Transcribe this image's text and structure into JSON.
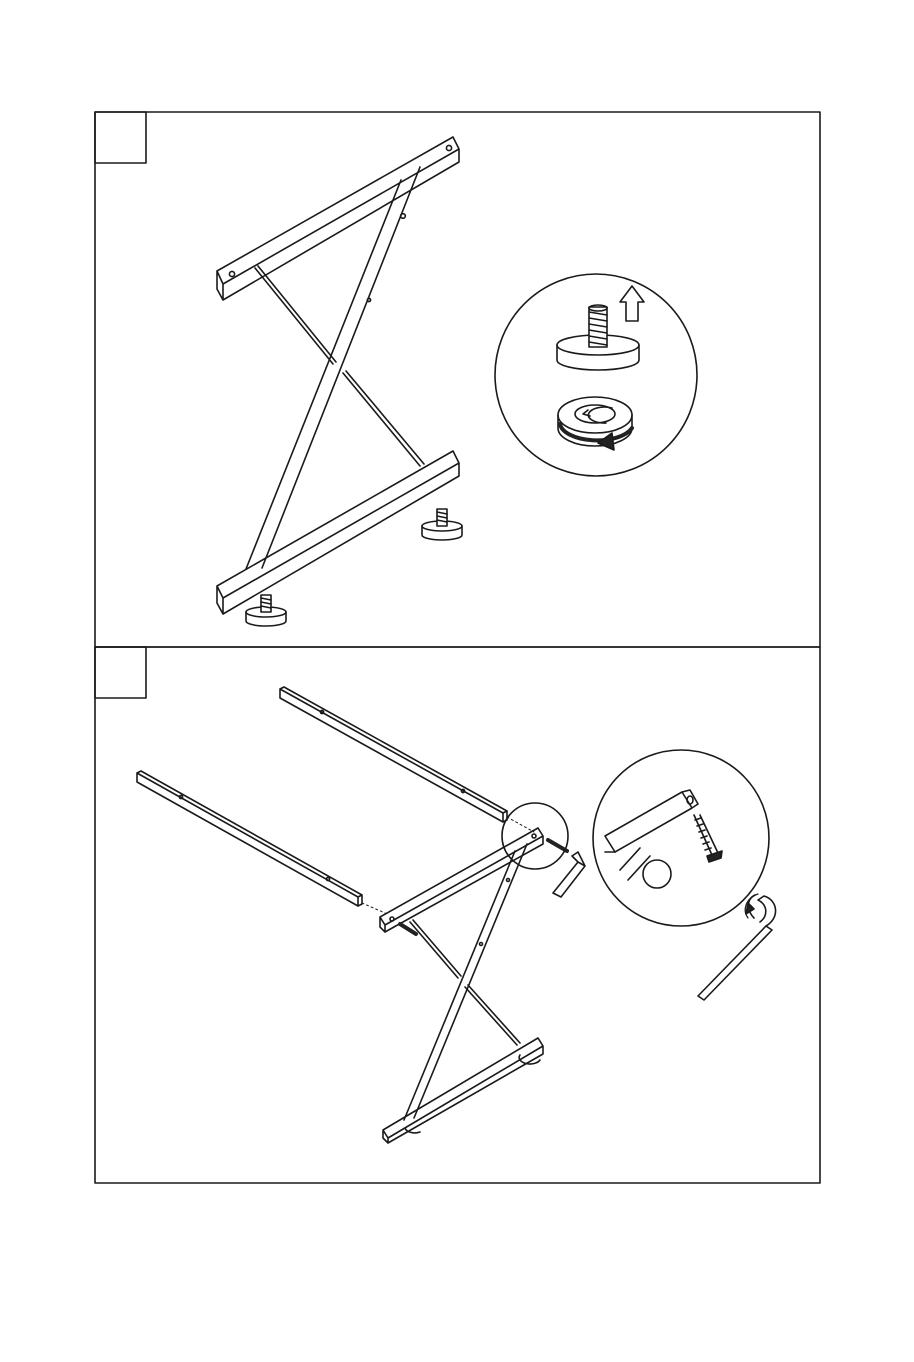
{
  "document": {
    "type": "assembly-instructions",
    "steps": [
      {
        "number": "",
        "parts": [
          "x-frame-leg",
          "leveling-foot",
          "leveling-foot"
        ],
        "detail": {
          "subject": "leveling-foot",
          "icons": [
            "arrow-up-icon",
            "rotate-icon"
          ]
        }
      },
      {
        "number": "",
        "parts": [
          "side-rail",
          "side-rail",
          "x-frame-leg",
          "bolt",
          "bolt",
          "hex-key"
        ],
        "detail": {
          "subject": "bolt-insertion",
          "icons": [
            "bolt-icon",
            "hex-key-icon",
            "rotate-icon"
          ]
        }
      }
    ]
  },
  "colors": {
    "line": "#1a1a1a",
    "background": "#ffffff",
    "fill_dark": "#222222"
  }
}
